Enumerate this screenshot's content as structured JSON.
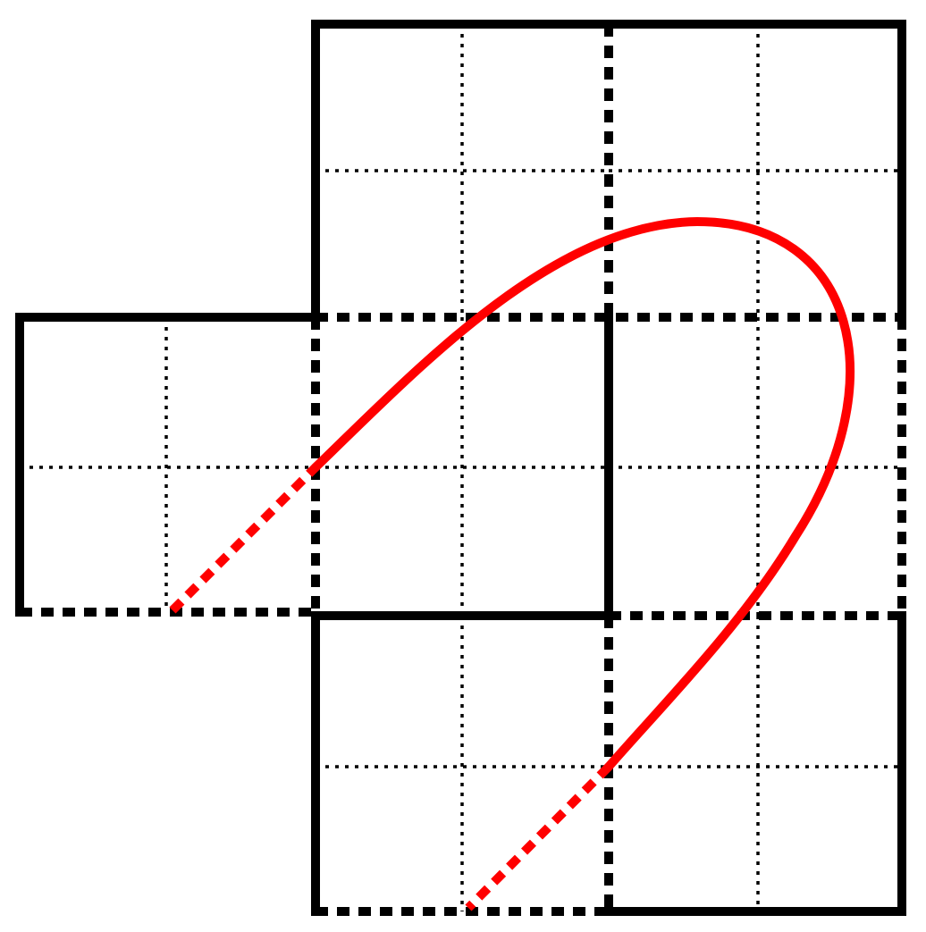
{
  "diagram": {
    "type": "polyomino-net-with-curve",
    "colors": {
      "outline": "#000000",
      "curve": "#ff0000",
      "background": "#ffffff"
    },
    "line_styles": {
      "external_edge": "solid",
      "fold_edge": "dashed",
      "grid": "dotted",
      "curve_visible": "solid",
      "curve_hidden": "dashed"
    }
  }
}
